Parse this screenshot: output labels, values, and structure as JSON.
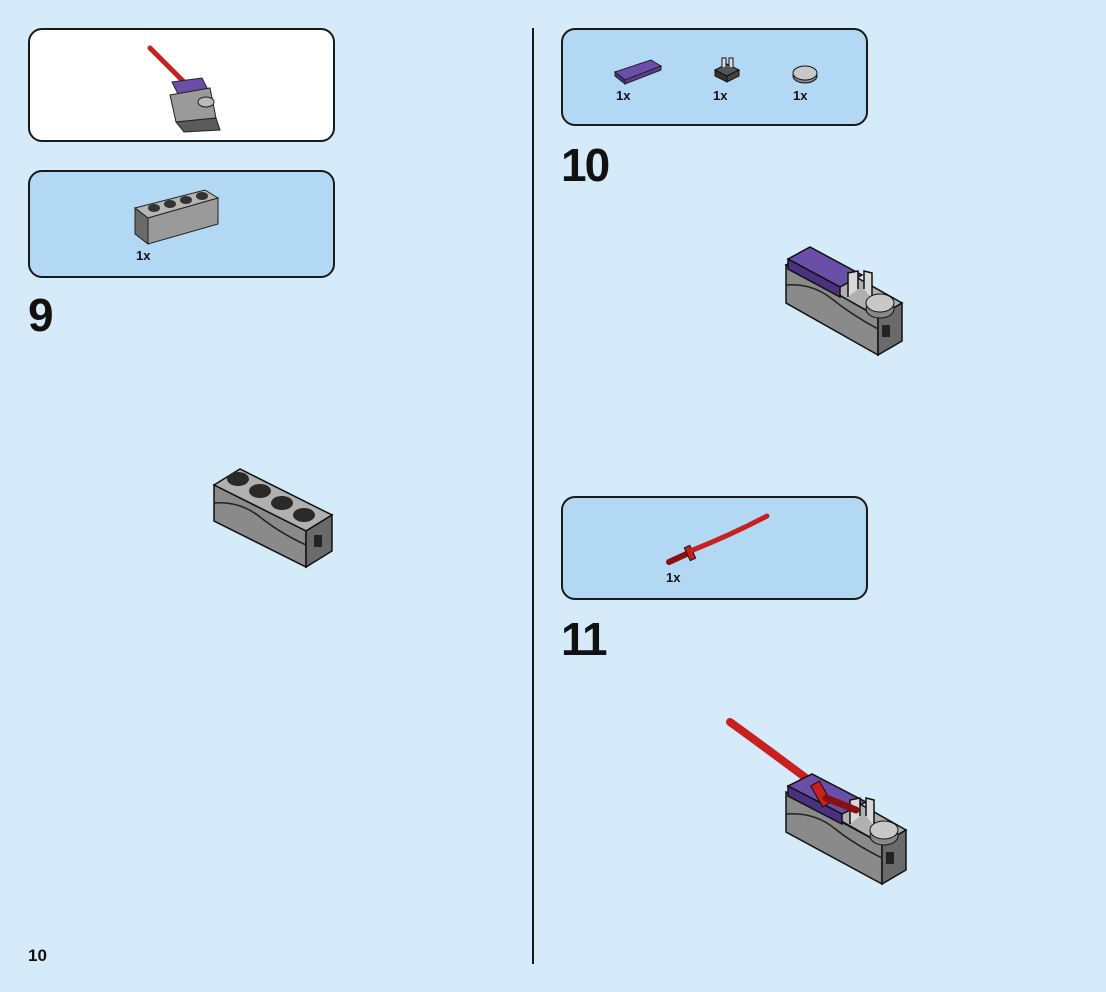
{
  "page": {
    "number": "10"
  },
  "subassembly_callout": {
    "label": "sword-on-handle-assembly"
  },
  "steps": [
    {
      "number": "9",
      "parts": [
        {
          "qty": "1x",
          "icon": "gray-1x4-brick-icon"
        }
      ]
    },
    {
      "number": "10",
      "parts": [
        {
          "qty": "1x",
          "icon": "purple-tile-icon"
        },
        {
          "qty": "1x",
          "icon": "clip-plate-icon"
        },
        {
          "qty": "1x",
          "icon": "round-tile-icon"
        }
      ]
    },
    {
      "number": "11",
      "parts": [
        {
          "qty": "1x",
          "icon": "red-katana-icon"
        }
      ]
    }
  ],
  "colors": {
    "background": "#d5ebfa",
    "parts_box": "#b3d8f3",
    "brick_gray": "#a3a3a3",
    "dark_gray": "#555555",
    "purple": "#6a4fa8",
    "red": "#c81f1f"
  }
}
